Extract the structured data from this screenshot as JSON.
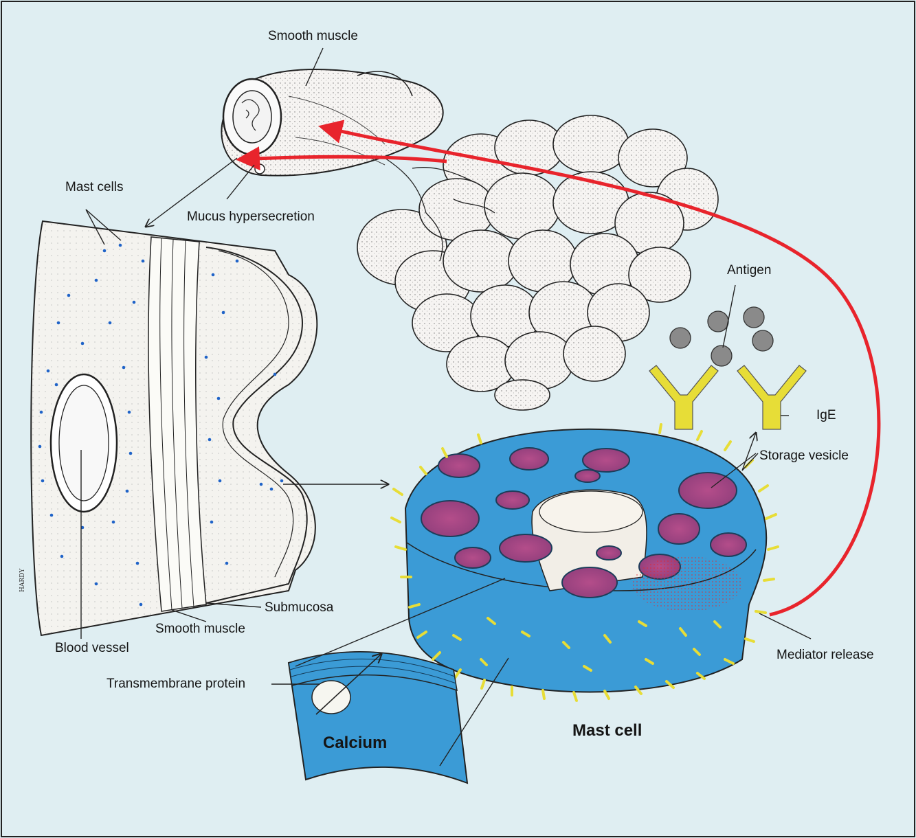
{
  "labels": {
    "smooth_muscle_top": "Smooth muscle",
    "mast_cells": "Mast cells",
    "mucus_hypersecretion": "Mucus hypersecretion",
    "antigen": "Antigen",
    "ige": "IgE",
    "storage_vesicle": "Storage vesicle",
    "submucosa": "Submucosa",
    "smooth_muscle_bottom": "Smooth muscle",
    "blood_vessel": "Blood vessel",
    "mediator_release": "Mediator release",
    "transmembrane_protein": "Transmembrane protein",
    "calcium": "Calcium",
    "mast_cell": "Mast cell"
  },
  "signature": "HARDY",
  "colors": {
    "background": "#dfeef2",
    "cell_blue": "#3b9bd6",
    "vesicle_purple": "#a3417e",
    "mediator_red": "#e8242c",
    "ige_yellow": "#e7dd37",
    "antigen_gray": "#8a8a8a",
    "granule_dot_blue": "#1f63c8"
  }
}
